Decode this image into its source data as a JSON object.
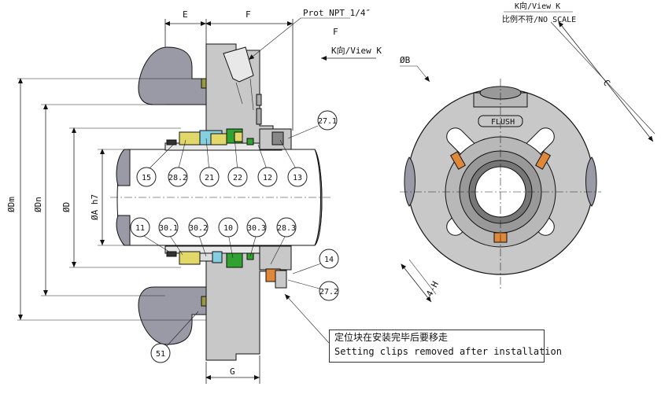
{
  "dims": {
    "e": "E",
    "f": "F",
    "g": "G",
    "port": "Prot NPT 1/4″",
    "port_sub": "F",
    "dm": "ØDm",
    "dn": "ØDn",
    "d": "ØD",
    "a": "ØA h7",
    "b": "ØB",
    "c": "C",
    "h": "4-H"
  },
  "view": {
    "arrow_label": "K向/View K",
    "title": "K向/View K",
    "scale": "比例不符/NO SCALE",
    "flush": "FLUSH"
  },
  "balloons": {
    "upper": [
      "15",
      "28.2",
      "21",
      "22",
      "12",
      "13"
    ],
    "lower": [
      "11",
      "30.1",
      "30.2",
      "10",
      "30.3",
      "28.3"
    ],
    "right_top": "27.1",
    "right_mid": "14",
    "right_low": "27.2",
    "bottom": "51"
  },
  "note": {
    "cn": "定位块在安装完毕后要移走",
    "en": "Setting clips removed after installation"
  },
  "colors": {
    "housing": "#9a9aa6",
    "gland": "#c8c8c8",
    "shaft": "#ffffff",
    "yellow": "#e2d86a",
    "green": "#2fa22f",
    "cyan": "#86cfe0",
    "orange": "#e0883a",
    "olive": "#9a9a40"
  }
}
